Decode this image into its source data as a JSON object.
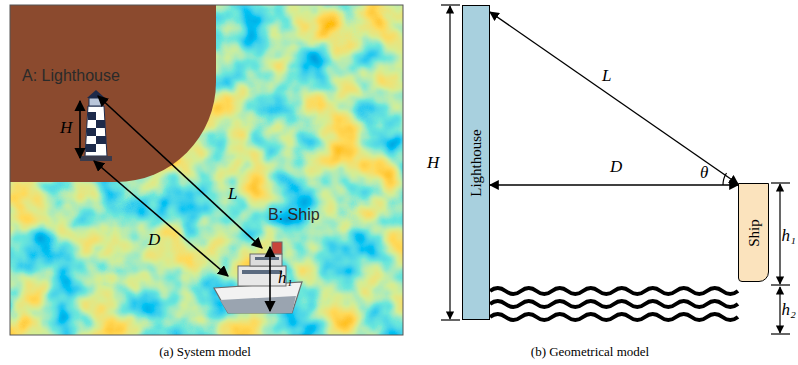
{
  "diagram": {
    "nodes": [
      {
        "text": [
          "Lighthouse"
        ]
      },
      {
        "text": [
          "Ship"
        ]
      }
    ],
    "edges": [
      {
        "from": 0,
        "to": 1,
        "label": "L",
        "arrow": "both"
      },
      {
        "from": 0,
        "to": 1,
        "label": "D",
        "arrow": "both"
      }
    ],
    "labels": [
      "A: Lighthouse",
      "H",
      "L",
      "D",
      "B: Ship",
      "h₁",
      "(a) System model",
      "H",
      "θ",
      "h₁",
      "h₂",
      "(b) Geometrical model"
    ]
  }
}
